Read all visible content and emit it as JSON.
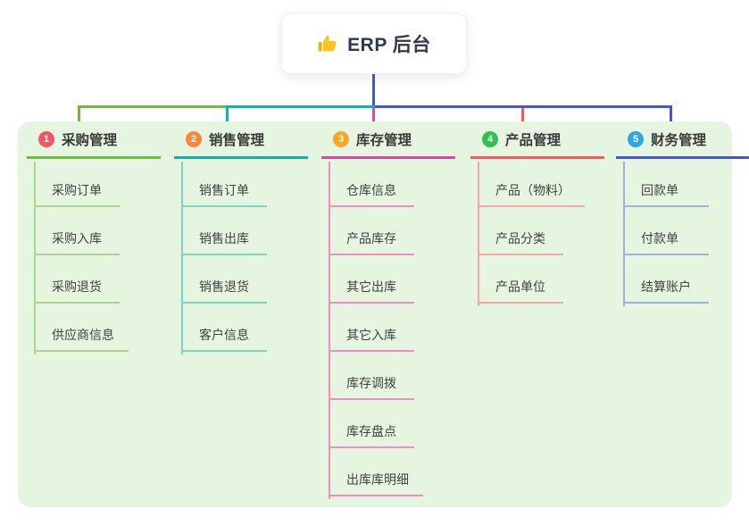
{
  "root": {
    "label": "ERP 后台",
    "icon": "thumbs-up-icon",
    "connector_color": "#4457c8"
  },
  "panel": {
    "background_color": "#e5f5df"
  },
  "branches": [
    {
      "number": "1",
      "label": "采购管理",
      "badge_color": "#f25566",
      "line_color": "#6eba43",
      "child_line_color": "#aad687",
      "children": [
        "采购订单",
        "采购入库",
        "采购退货",
        "供应商信息"
      ]
    },
    {
      "number": "2",
      "label": "销售管理",
      "badge_color": "#f6873c",
      "line_color": "#12b3a4",
      "child_line_color": "#7ed3c6",
      "children": [
        "销售订单",
        "销售出库",
        "销售退货",
        "客户信息"
      ]
    },
    {
      "number": "3",
      "label": "库存管理",
      "badge_color": "#f3a723",
      "line_color": "#d8499f",
      "child_line_color": "#f08cc4",
      "children": [
        "仓库信息",
        "产品库存",
        "其它出库",
        "其它入库",
        "库存调拨",
        "库存盘点",
        "出库库明细"
      ]
    },
    {
      "number": "4",
      "label": "产品管理",
      "badge_color": "#2fc052",
      "line_color": "#f55b5b",
      "child_line_color": "#f6a5a5",
      "children": [
        "产品（物料）",
        "产品分类",
        "产品单位"
      ]
    },
    {
      "number": "5",
      "label": "财务管理",
      "badge_color": "#2ba7e2",
      "line_color": "#4457c8",
      "child_line_color": "#9fb1de",
      "children": [
        "回款单",
        "付款单",
        "结算账户"
      ]
    }
  ]
}
